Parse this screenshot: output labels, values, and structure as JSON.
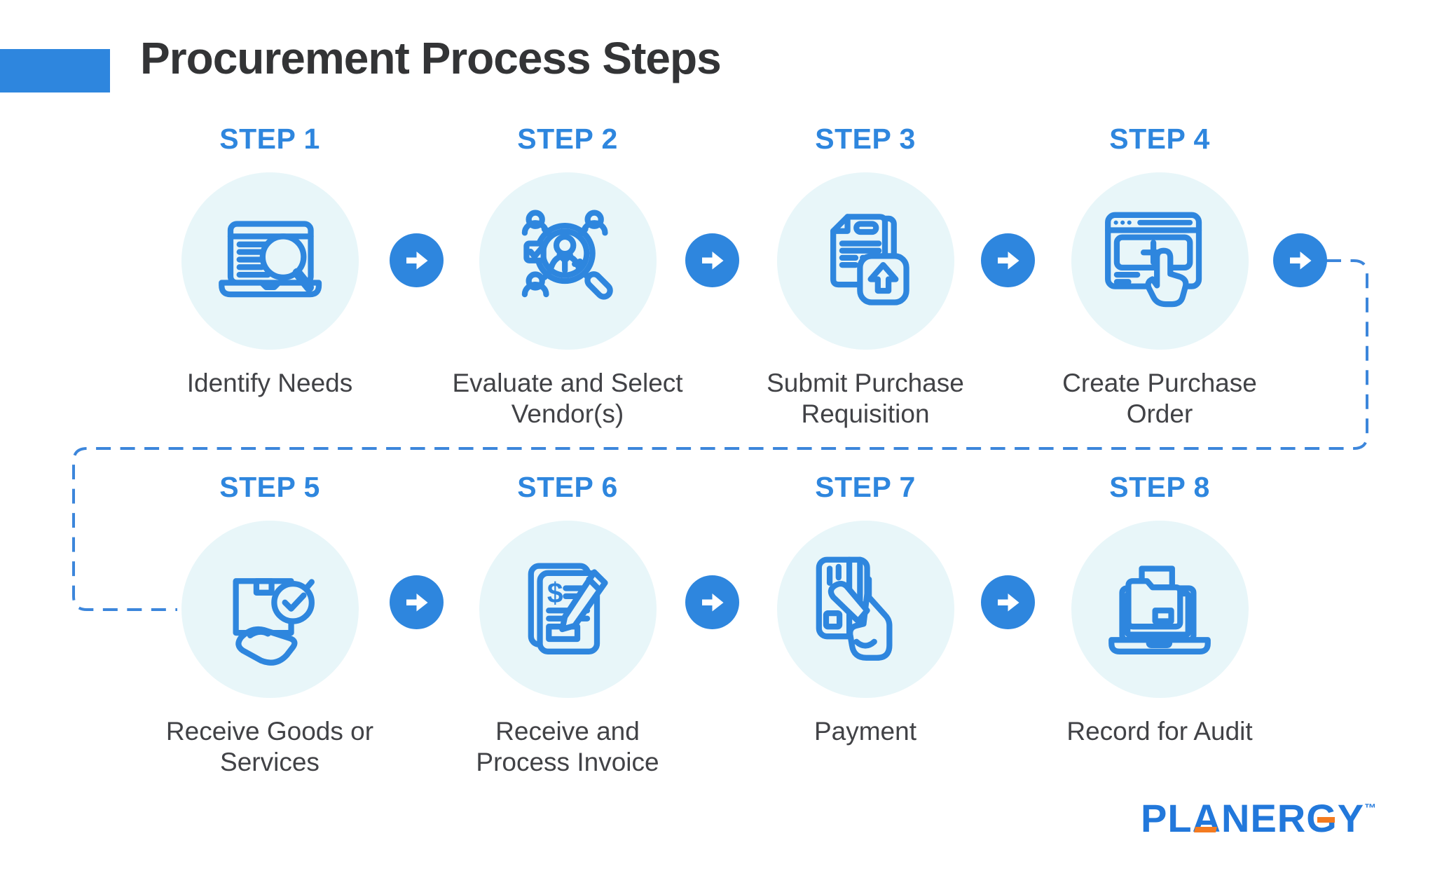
{
  "header": {
    "title": "Procurement Process Steps"
  },
  "steps": [
    {
      "id": 1,
      "step_label": "STEP 1",
      "title": "Identify Needs",
      "icon": "laptop-search"
    },
    {
      "id": 2,
      "step_label": "STEP 2",
      "title": "Evaluate and Select\nVendor(s)",
      "icon": "vendor-evaluation"
    },
    {
      "id": 3,
      "step_label": "STEP 3",
      "title": "Submit Purchase\nRequisition",
      "icon": "document-upload"
    },
    {
      "id": 4,
      "step_label": "STEP 4",
      "title": "Create Purchase\nOrder",
      "icon": "purchase-order-window"
    },
    {
      "id": 5,
      "step_label": "STEP 5",
      "title": "Receive Goods or\nServices",
      "icon": "receive-goods-handshake"
    },
    {
      "id": 6,
      "step_label": "STEP 6",
      "title": "Receive and\nProcess Invoice",
      "icon": "invoice-pen"
    },
    {
      "id": 7,
      "step_label": "STEP 7",
      "title": "Payment",
      "icon": "card-in-hand"
    },
    {
      "id": 8,
      "step_label": "STEP 8",
      "title": "Record for Audit",
      "icon": "laptop-folder-archive"
    }
  ],
  "footer": {
    "logo_text": "PLANERGY",
    "trademark": "™"
  },
  "colors": {
    "accent_blue": "#2E86DE",
    "dashed_line_blue": "#3C86DB",
    "circle_background": "#E8F6F9",
    "title_text": "#333436",
    "caption_text": "#414246",
    "logo_blue": "#2278DB",
    "logo_orange": "#F47B20",
    "arrow_glyph": "#FFFFFF",
    "page_background": "#FFFFFF"
  }
}
